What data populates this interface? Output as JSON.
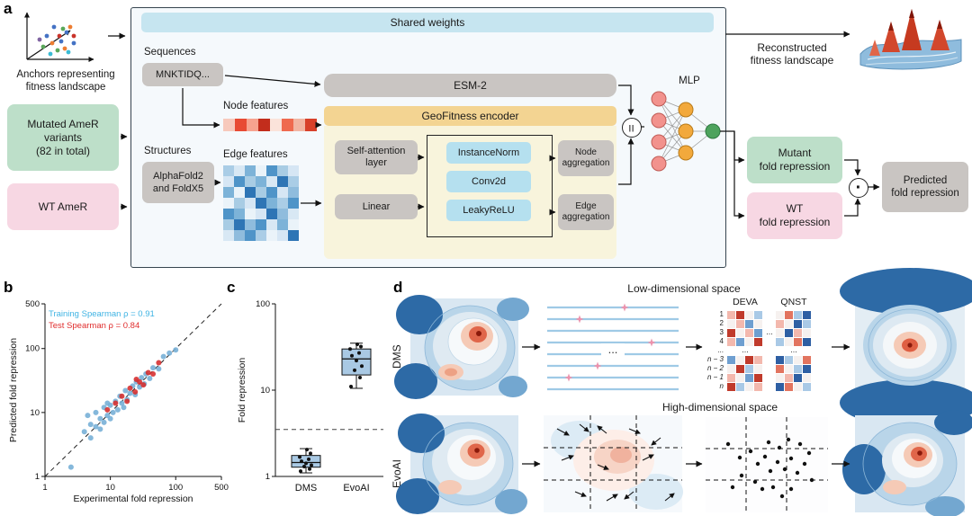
{
  "figure": {
    "labels": {
      "a": "a",
      "b": "b",
      "c": "c",
      "d": "d"
    }
  },
  "panel_a": {
    "anchors_caption_lines": [
      "Anchors representing",
      "fitness landscape"
    ],
    "mutated_box_lines": [
      "Mutated AmeR",
      "variants",
      "(82 in total)"
    ],
    "wt_box_label": "WT AmeR",
    "shared_weights_label": "Shared weights",
    "sequences_label": "Sequences",
    "sequence_box_label": "MNKTIDQ...",
    "esm2_label": "ESM-2",
    "node_features_label": "Node features",
    "structures_label": "Structures",
    "structure_box_lines": [
      "AlphaFold2",
      "and FoldX5"
    ],
    "edge_features_label": "Edge features",
    "encoder_title": "GeoFitness encoder",
    "self_attention_lines": [
      "Self-attention",
      "layer"
    ],
    "linear_label": "Linear",
    "instance_norm_label": "InstanceNorm",
    "conv2d_label": "Conv2d",
    "leaky_relu_label": "LeakyReLU",
    "node_agg_lines": [
      "Node",
      "aggregation"
    ],
    "edge_agg_lines": [
      "Edge",
      "aggregation"
    ],
    "concat_symbol": "||",
    "mlp_label": "MLP",
    "reconstructed_lines": [
      "Reconstructed",
      "fitness landscape"
    ],
    "mutant_box_lines": [
      "Mutant",
      "fold repression"
    ],
    "wt_fold_lines": [
      "WT",
      "fold repression"
    ],
    "ratio_symbol": "·",
    "predicted_box_lines": [
      "Predicted",
      "fold repression"
    ],
    "node_feature_colors": [
      "#f7c9bc",
      "#e84a33",
      "#f7a38f",
      "#c22d1c",
      "#fbe3da",
      "#ef6a4f",
      "#f2b5a2",
      "#d8402a"
    ],
    "edge_feature_colors": [
      [
        "#aacde6",
        "#d8e8f4",
        "#7db3d8",
        "#eaf3f9",
        "#4f94c8",
        "#a8cce4",
        "#d6e6f4"
      ],
      [
        "#d6e6f4",
        "#4f94c8",
        "#a8cce4",
        "#7db3d8",
        "#d8e8f4",
        "#2e75b5",
        "#aacde6"
      ],
      [
        "#7db3d8",
        "#eaf3f9",
        "#2e75b5",
        "#a8cce4",
        "#4f94c8",
        "#d6e6f4",
        "#8fbcdd"
      ],
      [
        "#eaf3f9",
        "#a8cce4",
        "#d6e6f4",
        "#2e75b5",
        "#7db3d8",
        "#aacde6",
        "#4f94c8"
      ],
      [
        "#4f94c8",
        "#7db3d8",
        "#eaf3f9",
        "#d6e6f4",
        "#2e75b5",
        "#8fbcdd",
        "#d8e8f4"
      ],
      [
        "#a8cce4",
        "#2e75b5",
        "#8fbcdd",
        "#4f94c8",
        "#d8e8f4",
        "#7db3d8",
        "#eaf3f9"
      ],
      [
        "#d8e8f4",
        "#8fbcdd",
        "#4f94c8",
        "#aacde6",
        "#eaf3f9",
        "#d6e6f4",
        "#2e75b5"
      ]
    ]
  },
  "panel_d": {
    "low_dim_title": "Low-dimensional space",
    "high_dim_title": "High-dimensional space",
    "dms_label": "DMS",
    "evoai_label": "EvoAI",
    "ellipsis": "...",
    "heatmap": {
      "col_headers": [
        "DEVA",
        "QNST"
      ],
      "row_labels": [
        "1",
        "2",
        "3",
        "4",
        "...",
        "n − 3",
        "n − 2",
        "n − 1",
        "n"
      ],
      "cell_colors": [
        [
          "#f3b8ad",
          "#c03a2b",
          "#f6f1ef",
          "#a9c9e6",
          "#f6f1ef",
          "#e2745f",
          "#a9c9e6",
          "#2e5fa3"
        ],
        [
          "#f6f1ef",
          "#f3b8ad",
          "#6f9fd0",
          "#f6f1ef",
          "#f3b8ad",
          "#f6f1ef",
          "#2e5fa3",
          "#a9c9e6"
        ],
        [
          "#c03a2b",
          "#f6f1ef",
          "#f3b8ad",
          "#6f9fd0",
          "#f6f1ef",
          "#2e5fa3",
          "#f3b8ad",
          "#f6f1ef"
        ],
        [
          "#f3b8ad",
          "#6f9fd0",
          "#f6f1ef",
          "#c03a2b",
          "#a9c9e6",
          "#f6f1ef",
          "#e2745f",
          "#2e5fa3"
        ],
        null,
        [
          "#6f9fd0",
          "#f6f1ef",
          "#c03a2b",
          "#f3b8ad",
          "#2e5fa3",
          "#a9c9e6",
          "#f6f1ef",
          "#e2745f"
        ],
        [
          "#f6f1ef",
          "#c03a2b",
          "#a9c9e6",
          "#f6f1ef",
          "#e2745f",
          "#f6f1ef",
          "#a9c9e6",
          "#2e5fa3"
        ],
        [
          "#f3b8ad",
          "#f6f1ef",
          "#6f9fd0",
          "#c03a2b",
          "#f6f1ef",
          "#f3b8ad",
          "#2e5fa3",
          "#f6f1ef"
        ],
        [
          "#c03a2b",
          "#a9c9e6",
          "#f6f1ef",
          "#f3b8ad",
          "#2e5fa3",
          "#e2745f",
          "#f6f1ef",
          "#a9c9e6"
        ]
      ]
    }
  },
  "chart_data": [
    {
      "type": "scatter",
      "xlabel": "Experimental fold repression",
      "ylabel": "Predicted fold repression",
      "xscale": "log",
      "yscale": "log",
      "xlim": [
        1,
        500
      ],
      "ylim": [
        1,
        500
      ],
      "xticks": [
        1,
        10,
        100,
        500
      ],
      "yticks": [
        1,
        10,
        100,
        500
      ],
      "identity_line": true,
      "legend": [
        {
          "label": "Training Spearman ρ = 0.91",
          "color": "#3fb3e3"
        },
        {
          "label": "Test Spearman ρ = 0.84",
          "color": "#e02d2d"
        }
      ],
      "series": [
        {
          "name": "Training",
          "color": "#74aed6",
          "points": [
            [
              2.5,
              1.4
            ],
            [
              4,
              5
            ],
            [
              4.5,
              9
            ],
            [
              5,
              4
            ],
            [
              5,
              6.5
            ],
            [
              6,
              6
            ],
            [
              6,
              10
            ],
            [
              7,
              5.5
            ],
            [
              7,
              8
            ],
            [
              8,
              7
            ],
            [
              8,
              12
            ],
            [
              9,
              9
            ],
            [
              9,
              14
            ],
            [
              10,
              8
            ],
            [
              10,
              13
            ],
            [
              11,
              10
            ],
            [
              12,
              15
            ],
            [
              13,
              11
            ],
            [
              14,
              18
            ],
            [
              15,
              14
            ],
            [
              16,
              12
            ],
            [
              17,
              22
            ],
            [
              18,
              16
            ],
            [
              20,
              20
            ],
            [
              22,
              26
            ],
            [
              24,
              19
            ],
            [
              25,
              30
            ],
            [
              28,
              25
            ],
            [
              30,
              35
            ],
            [
              33,
              28
            ],
            [
              35,
              40
            ],
            [
              40,
              34
            ],
            [
              45,
              50
            ],
            [
              55,
              48
            ],
            [
              65,
              75
            ],
            [
              80,
              85
            ],
            [
              100,
              95
            ]
          ]
        },
        {
          "name": "Test",
          "color": "#d62b2b",
          "points": [
            [
              9,
              11
            ],
            [
              12,
              14
            ],
            [
              15,
              18
            ],
            [
              18,
              15
            ],
            [
              20,
              24
            ],
            [
              24,
              21
            ],
            [
              25,
              33
            ],
            [
              28,
              30
            ],
            [
              32,
              27
            ],
            [
              38,
              42
            ],
            [
              45,
              40
            ],
            [
              55,
              60
            ]
          ]
        }
      ]
    },
    {
      "type": "box",
      "ylabel": "Fold repression",
      "yscale": "log",
      "ylim": [
        1,
        100
      ],
      "yticks": [
        1,
        10,
        100
      ],
      "categories": [
        "DMS",
        "EvoAI"
      ],
      "reference_line_y": 3.5,
      "box_fill": "#a9c9e4",
      "boxes": [
        {
          "category": "DMS",
          "whisker_low": 1.1,
          "q1": 1.28,
          "median": 1.45,
          "q3": 1.75,
          "whisker_high": 2.1,
          "points": [
            1.15,
            1.22,
            1.3,
            1.35,
            1.42,
            1.5,
            1.58,
            1.68,
            1.85,
            2.05
          ]
        },
        {
          "category": "EvoAI",
          "whisker_low": 10.5,
          "q1": 15,
          "median": 23,
          "q3": 30,
          "whisker_high": 35,
          "points": [
            11,
            14,
            17,
            19,
            22,
            25,
            27,
            30,
            32,
            34
          ]
        }
      ]
    }
  ]
}
